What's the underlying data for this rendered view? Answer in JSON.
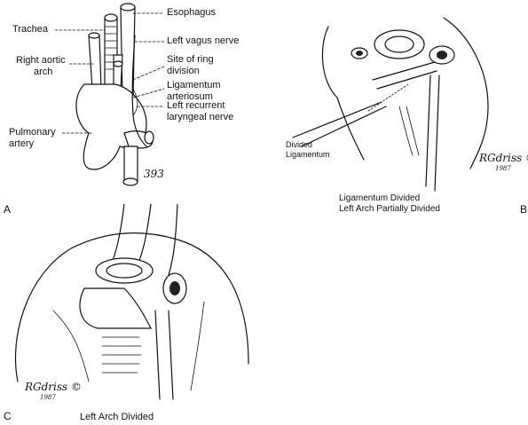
{
  "panel_a": {
    "letter": "A",
    "labels": {
      "esophagus": "Esophagus",
      "trachea": "Trachea",
      "left_vagus": "Left vagus nerve",
      "right_aortic_arch_1": "Right aortic",
      "right_aortic_arch_2": "arch",
      "site_ring_1": "Site of ring",
      "site_ring_2": "division",
      "ligamentum_1": "Ligamentum",
      "ligamentum_2": "arteriosum",
      "left_recurrent_1": "Left recurrent",
      "left_recurrent_2": "laryngeal nerve",
      "pulmonary_1": "Pulmonary",
      "pulmonary_2": "artery"
    },
    "signature": "393"
  },
  "panel_b": {
    "letter": "B",
    "divided_1": "Divided",
    "divided_2": "Ligamentum",
    "caption_1": "Ligamentum Divided",
    "caption_2": "Left Arch Partially Divided",
    "signature": "RGdriss ©",
    "signature_year": "1987"
  },
  "panel_c": {
    "letter": "C",
    "caption": "Left Arch Divided",
    "signature": "RGdriss ©",
    "signature_year": "1987"
  },
  "colors": {
    "ink": "#111111",
    "background": "#ffffff"
  }
}
